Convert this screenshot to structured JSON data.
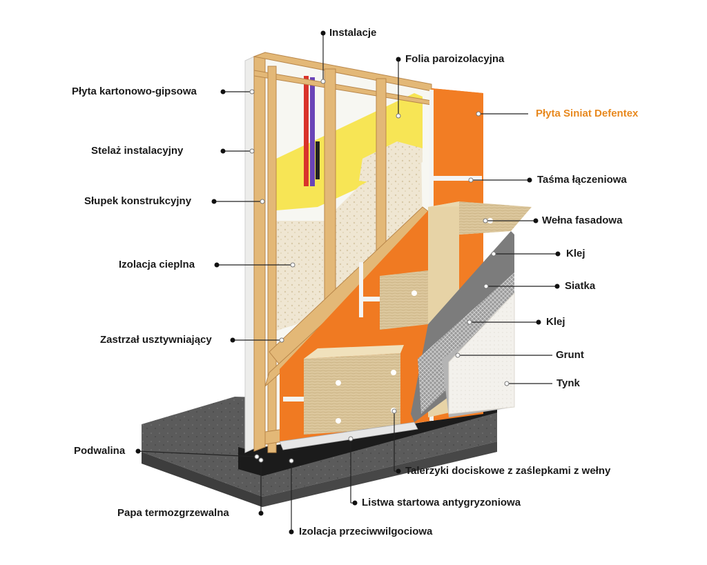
{
  "labels": {
    "instalacje": "Instalacje",
    "folia": "Folia paroizolacyjna",
    "plyta_kg": "Płyta kartonowo-gipsowa",
    "defentex": "Płyta Siniat Defentex",
    "stelaz": "Stelaż instalacyjny",
    "tasma": "Taśma łączeniowa",
    "slupek": "Słupek konstrukcyjny",
    "welna": "Wełna fasadowa",
    "klej1": "Klej",
    "izolacja": "Izolacja cieplna",
    "siatka": "Siatka",
    "klej2": "Klej",
    "zastrzal": "Zastrzał usztywniający",
    "grunt": "Grunt",
    "tynk": "Tynk",
    "podwalina": "Podwalina",
    "talerzyki": "Talerzyki dociskowe z zaślepkami z wełny",
    "listwa": "Listwa startowa antygryzoniowa",
    "papa": "Papa termozgrzewalna",
    "przeciw": "Izolacja przeciwwilgociowa"
  },
  "colors": {
    "accent": "#e8891f",
    "orange_board": "#f07a22",
    "wood": "#e3b877",
    "wool": "#d9c49a",
    "concrete": "#5a5a5a",
    "plaster": "#f4f2ee"
  }
}
